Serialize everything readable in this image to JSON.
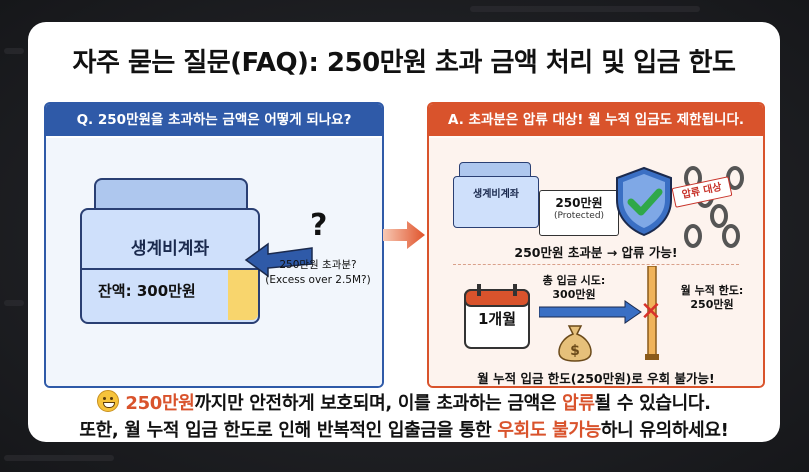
{
  "title": "자주 묻는 질문(FAQ): 250만원 초과 금액 처리 및 입금 한도",
  "question_panel": {
    "header": "Q. 250만원을 초과하는 금액은 어떻게 되나요?",
    "account_name": "생계비계좌",
    "balance": "잔액: 300만원",
    "question_mark": "?",
    "note_line1": "250만원 초과분?",
    "note_line2": "(Excess over 2.5M?)"
  },
  "answer_panel": {
    "header": "A. 초과분은 압류 대상! 월 누적 입금도 제한됩니다.",
    "account_name": "생계비계좌",
    "protected_amount": "250만원",
    "protected_label": "(Protected)",
    "seizure_tag": "압류 대상",
    "caption_top": "250만원 초과분 → 압류 가능!",
    "calendar_label": "1개월",
    "deposit_try_line1": "총 입금 시도:",
    "deposit_try_line2": "300만원",
    "limit_line1": "월 누적 한도:",
    "limit_line2": "250만원",
    "caption_bottom": "월 누적 입금 한도(250만원)로 우회 불가능!"
  },
  "bottom": {
    "line1_a": "250만원",
    "line1_b": "까지만 안전하게 보호되며, 이를 초과하는 금액은 ",
    "line1_c": "압류",
    "line1_d": "될 수 있습니다.",
    "line2_a": "또한, 월 누적 입금 한도로 인해 반복적인 입출금을 통한 ",
    "line2_b": "우회도 불가능",
    "line2_c": "하니 유의하세요!"
  },
  "colors": {
    "question_accent": "#2f5aa8",
    "answer_accent": "#d9532c"
  }
}
